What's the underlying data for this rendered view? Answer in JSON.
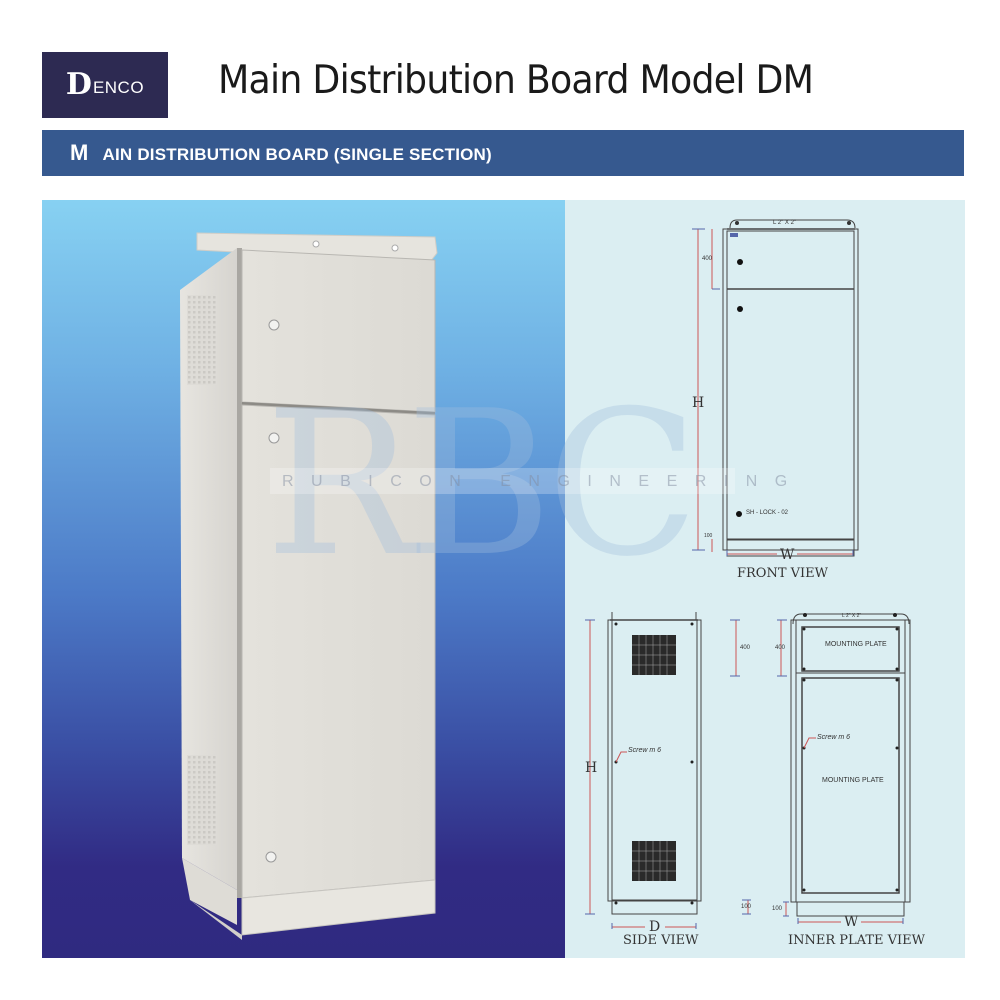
{
  "header": {
    "logo": {
      "initial": "D",
      "rest": "ENCO",
      "bg_color": "#2d2a52"
    },
    "title": "Main Distribution Board Model DM"
  },
  "section_band": {
    "first_letter": "M",
    "rest": "ain distribution board (single section)",
    "bg_color": "#36598f"
  },
  "photo": {
    "subject": "single-section floor-standing main distribution board cabinet, light grey, two front doors with locks",
    "background_gradient": [
      "#87d1f2",
      "#4c7ac7",
      "#2f2a80"
    ]
  },
  "watermark": {
    "letters": "RBC",
    "text": "RUBICON ENGINEERING"
  },
  "drawings": {
    "front_view": {
      "caption": "FRONT VIEW",
      "height_label": "H",
      "width_label": "W",
      "top_dim": "400",
      "bottom_dim": "100",
      "lock_label": "SH - LOCK - 02",
      "top_plate_label": "L 2\" X 2\""
    },
    "side_view": {
      "caption": "SIDE VIEW",
      "height_label": "H",
      "depth_label": "D",
      "top_dim": "400",
      "bottom_dim": "100",
      "screw_label": "Screw m 6"
    },
    "inner_plate_view": {
      "caption": "INNER PLATE VIEW",
      "width_label": "W",
      "top_dim": "400",
      "bottom_dim": "100",
      "screw_label": "Screw m 6",
      "upper_plate_label": "MOUNTING PLATE",
      "lower_plate_label": "MOUNTING PLATE",
      "top_plate_label": "L 2\" X 2\""
    }
  }
}
